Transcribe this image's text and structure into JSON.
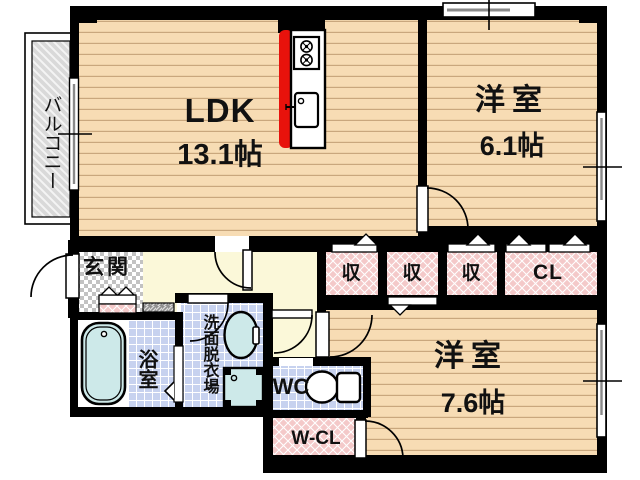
{
  "plan": {
    "title": "apartment-floor-plan",
    "balcony": {
      "label": "バルコニー"
    },
    "ldk": {
      "name": "LDK",
      "size": "13.1帖"
    },
    "bedroom_upper": {
      "name": "洋室",
      "size": "6.1帖"
    },
    "bedroom_lower": {
      "name": "洋室",
      "size": "7.6帖"
    },
    "entrance": {
      "label": "玄関"
    },
    "bathroom": {
      "label": "浴室"
    },
    "washroom": {
      "label": "洗面脱衣場"
    },
    "wc": {
      "label": "WC"
    },
    "walk_in_closet": {
      "label": "W-CL"
    },
    "storage_1": {
      "label": "収"
    },
    "storage_2": {
      "label": "収"
    },
    "storage_3": {
      "label": "収"
    },
    "closet": {
      "label": "CL"
    },
    "colors": {
      "wall": "#000000",
      "wood_floor": "#f7dcb4",
      "wood_line": "#c9a77d",
      "corridor_yellow": "#fbf8d9",
      "closet_pink": "#f4c9c9",
      "tile_blue": "#c7d2ef",
      "fixture_teal": "#cde9e9",
      "kitchen_red": "#e8120c",
      "balcony_gray": "#d9d9d9"
    }
  }
}
